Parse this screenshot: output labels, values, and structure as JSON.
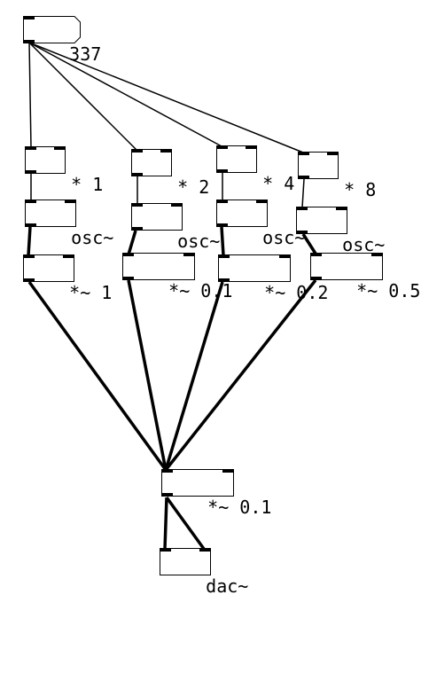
{
  "patch": {
    "message": {
      "label": "337"
    },
    "objects": {
      "mul_1": "* 1",
      "mul_2": "* 2",
      "mul_4": "* 4",
      "mul_8": "* 8",
      "osc_a": "osc~",
      "osc_b": "osc~",
      "osc_c": "osc~",
      "osc_d": "osc~",
      "amp_a": "*~ 1",
      "amp_b": "*~ 0.1",
      "amp_c": "*~ 0.2",
      "amp_d": "*~ 0.5",
      "master_amp": "*~ 0.1",
      "dac": "dac~"
    }
  }
}
